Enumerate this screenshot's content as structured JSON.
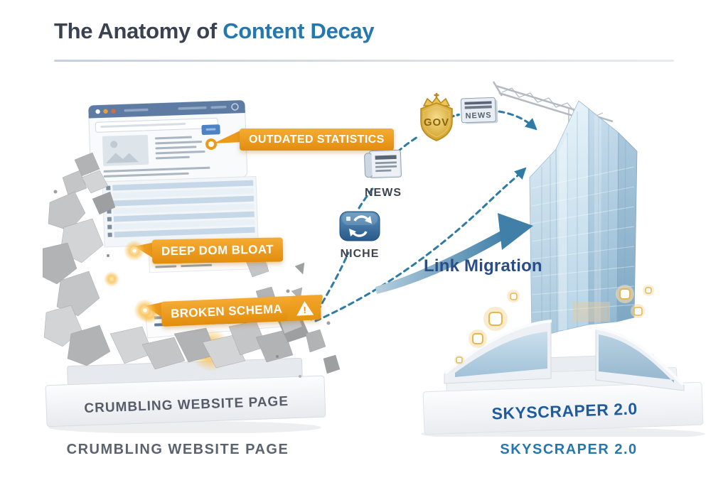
{
  "title": {
    "prefix": "The Anatomy of ",
    "highlight": "Content Decay"
  },
  "decay_labels": {
    "outdated": "OUTDATED STATISTICS",
    "dom_bloat": "DEEP DOM BLOAT",
    "broken_schema": "BROKEN SCHEMA",
    "warning_glyph": "!"
  },
  "source_icons": {
    "gov": {
      "label": "GOV"
    },
    "news_top": {
      "label": "NEWS"
    },
    "news": {
      "label": "NEWS"
    },
    "niche": {
      "label": "NICHE"
    }
  },
  "flow": {
    "label": "Link Migration"
  },
  "left_structure": {
    "pedestal": "CRUMBLING WEBSITE PAGE",
    "caption": "CRUMBLING WEBSITE PAGE"
  },
  "right_structure": {
    "pedestal": "SKYSCRAPER 2.0",
    "caption": "SKYSCRAPER 2.0"
  },
  "colors": {
    "accent_orange": "#EE9417",
    "accent_blue": "#2578AD",
    "dash_blue": "#2D7BA6",
    "title_dark": "#3A4252",
    "migration_navy": "#2B4D86",
    "caption_gray": "#5B6270",
    "gold": "#D9A62C"
  }
}
